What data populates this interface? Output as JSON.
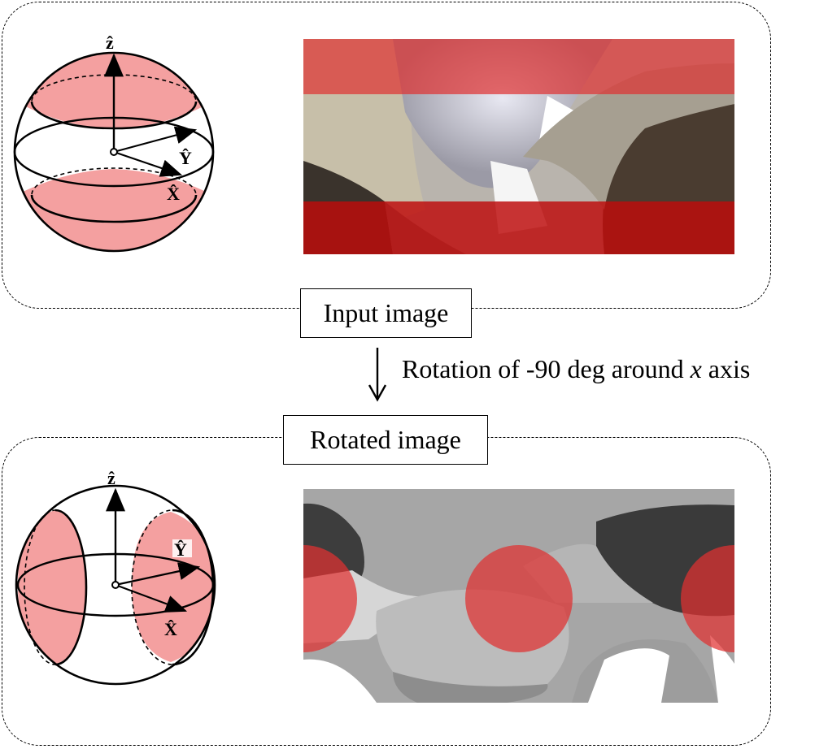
{
  "labels": {
    "input_image": "Input image",
    "rotated_image": "Rotated image",
    "rotation_prefix": "Rotation of -90 deg around ",
    "rotation_axis": "x",
    "rotation_suffix": " axis"
  },
  "axes": {
    "z": "ẑ",
    "y": "Ŷ",
    "x": "X̂"
  },
  "colors": {
    "highlight_fill": "#f4a0a0",
    "overlay_red": "#e03030",
    "line": "#000000"
  }
}
